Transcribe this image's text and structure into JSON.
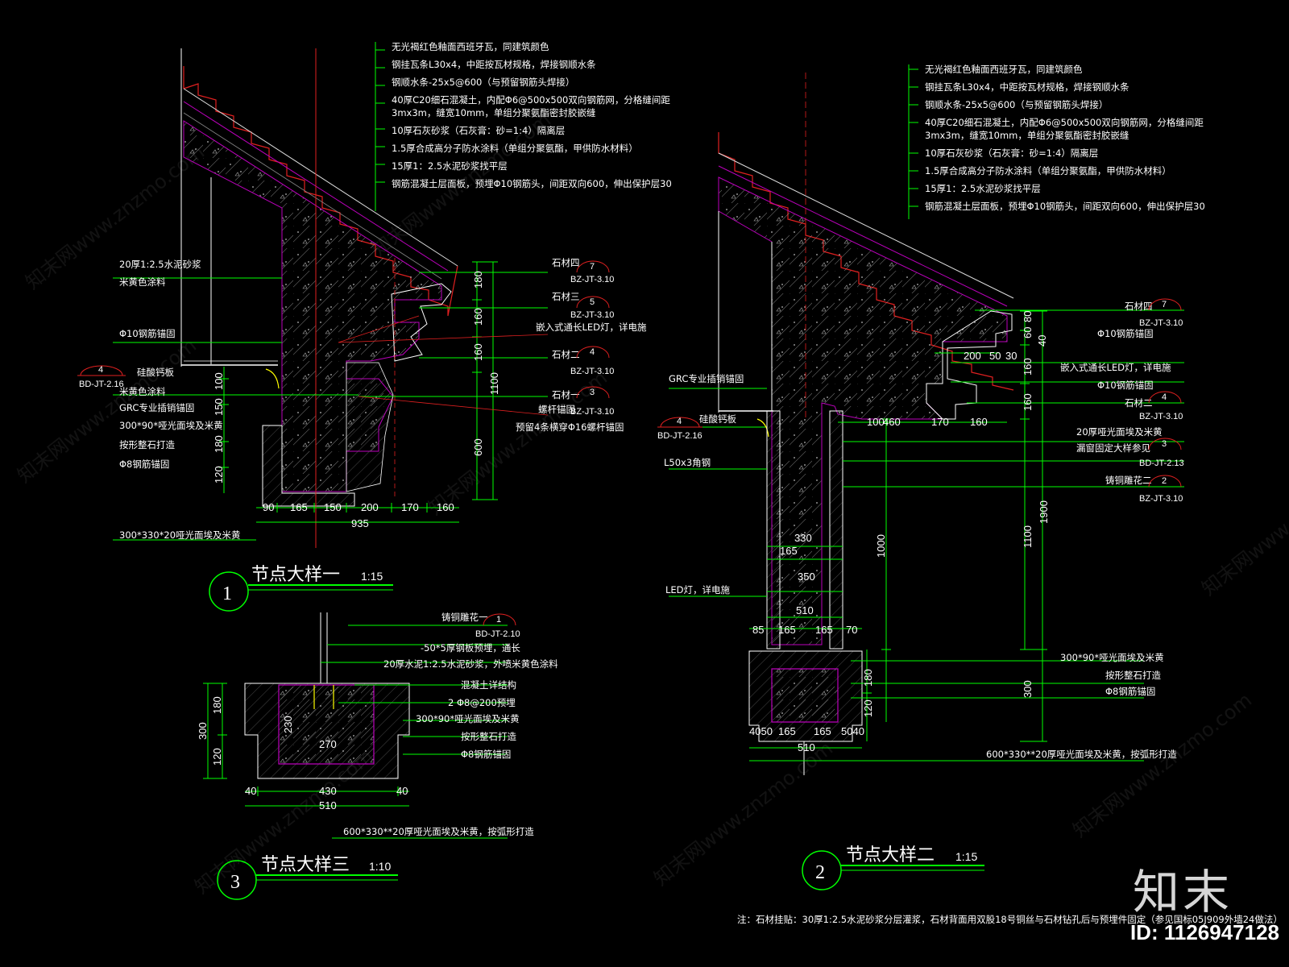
{
  "watermarks": [
    "知末网www.znzmo.com",
    "知末网www.znzmo.com",
    "知末网www.znzmo.com",
    "知末网www.znzmo.com",
    "知末网www.znzmo.com",
    "知末网www.znzmo.com",
    "知末网www.znzmo.com",
    "知末网www.znzmo.com"
  ],
  "brand": "知末",
  "id_label": "ID: 1126947128",
  "footnote": "注：石材挂贴：30厚1:2.5水泥砂浆分层灌浆，石材背面用双股18号铜丝与石材钻孔后与预埋件固定（参见国标05J909外墙24做法）",
  "detail1": {
    "number": "1",
    "title": "节点大样一",
    "scale": "1:15",
    "layers": [
      "无光褐红色釉面西班牙瓦，同建筑颜色",
      "钢挂瓦条L30x4，中距按瓦材规格，焊接钢顺水条",
      "钢顺水条-25x5@600（与预留钢筋头焊接）",
      "40厚C20细石混凝土，内配Φ6@500x500双向钢筋网，分格缝间距",
      "3mx3m，缝宽10mm，单组分聚氨酯密封胶嵌缝",
      "10厚石灰砂浆（石灰膏：砂=1:4）隔离层",
      "1.5厚合成高分子防水涂料（单组分聚氨酯，甲供防水材料）",
      "15厚1：2.5水泥砂浆找平层",
      "钢筋混凝土层面板，预埋Φ10钢筋头，间距双向600，伸出保护层30"
    ],
    "left_notes": [
      "20厚1:2.5水泥砂浆",
      "米黄色涂料",
      "Φ10钢筋锚固",
      "硅酸钙板",
      "米黄色涂料",
      "GRC专业插销锚固",
      "300*90*哑光面埃及米黄",
      "按形整石打造",
      "Φ8钢筋锚固"
    ],
    "bottom_note": "300*330*20哑光面埃及米黄",
    "right_notes": [
      "石材四",
      "石材三",
      "嵌入式通长LED灯，详电施",
      "石材二",
      "石材一",
      "螺杆锚固",
      "预留4条横穿Φ16螺杆锚固"
    ],
    "tags": [
      {
        "n": "7",
        "ref": "BZ-JT-3.10"
      },
      {
        "n": "5",
        "ref": "BZ-JT-3.10"
      },
      {
        "n": "4",
        "ref": "BZ-JT-3.10"
      },
      {
        "n": "3",
        "ref": "BZ-JT-3.10"
      }
    ],
    "left_tag": {
      "n": "4",
      "ref": "BD-JT-2.16"
    },
    "dims_h": [
      "90",
      "165",
      "150",
      "200",
      "170",
      "160",
      "935"
    ],
    "dims_v_right": [
      "180",
      "160",
      "160",
      "600",
      "1100"
    ],
    "dims_v_left": [
      "100",
      "150",
      "180",
      "120"
    ]
  },
  "detail2": {
    "number": "2",
    "title": "节点大样二",
    "scale": "1:15",
    "layers": [
      "无光褐红色釉面西班牙瓦，同建筑颜色",
      "钢挂瓦条L30x4，中距按瓦材规格，焊接钢顺水条",
      "钢顺水条-25x5@600（与预留钢筋头焊接）",
      "40厚C20细石混凝土，内配Φ6@500x500双向钢筋网，分格缝间距",
      "3mx3m，缝宽10mm，单组分聚氨酯密封胶嵌缝",
      "10厚石灰砂浆（石灰膏：砂=1:4）隔离层",
      "1.5厚合成高分子防水涂料（单组分聚氨酯，甲供防水材料）",
      "15厚1：2.5水泥砂浆找平层",
      "钢筋混凝土层面板，预埋Φ10钢筋头，间距双向600，伸出保护层30"
    ],
    "left_notes": [
      "GRC专业插销锚固",
      "硅酸钙板",
      "L50x3角钢",
      "LED灯，详电施"
    ],
    "left_tag": {
      "n": "4",
      "ref": "BD-JT-2.16"
    },
    "right_notes": [
      "石材四",
      "Φ10钢筋锚固",
      "嵌入式通长LED灯，详电施",
      "Φ10钢筋锚固",
      "石材二",
      "20厚哑光面埃及米黄",
      "漏窗固定大样参见",
      "铸铜雕花二",
      "300*90*哑光面埃及米黄",
      "按形整石打造",
      "Φ8钢筋锚固"
    ],
    "tags": [
      {
        "n": "7",
        "ref": "BZ-JT-3.10"
      },
      {
        "n": "4",
        "ref": "BZ-JT-3.10"
      },
      {
        "n": "3",
        "ref": "BD-JT-2.13"
      },
      {
        "n": "2",
        "ref": "BZ-JT-3.10"
      }
    ],
    "bottom_note": "600*330**20厚哑光面埃及米黄，按弧形打造",
    "dims_top": [
      "200",
      "50",
      "30"
    ],
    "dims_mid": [
      "100",
      "460",
      "170",
      "160"
    ],
    "dims_col": [
      "330",
      "165",
      "350",
      "510"
    ],
    "dims_base": [
      "85",
      "165",
      "165",
      "70"
    ],
    "dims_foot": [
      "4050",
      "165",
      "165",
      "5040",
      "510"
    ],
    "dims_v_right": [
      "80",
      "60",
      "40",
      "160",
      "160",
      "1100",
      "1900",
      "180",
      "120",
      "300"
    ],
    "dims_v_left": [
      "1000"
    ]
  },
  "detail3": {
    "number": "3",
    "title": "节点大样三",
    "scale": "1:10",
    "tag": {
      "n": "1",
      "ref": "BD-JT-2.10"
    },
    "notes": [
      "铸铜雕花一",
      "-50*5厚钢板预埋，通长",
      "20厚水泥1:2.5水泥砂浆，外喷米黄色涂料",
      "混凝土详结构",
      "2 Φ8@200预埋",
      "300*90*哑光面埃及米黄",
      "按形整石打造",
      "Φ8钢筋锚固"
    ],
    "bottom_note": "600*330**20厚哑光面埃及米黄，按弧形打造",
    "dims_h": [
      "40",
      "430",
      "40",
      "510"
    ],
    "dims_v": [
      "180",
      "120",
      "300"
    ],
    "dims_inner": [
      "230",
      "270"
    ]
  }
}
